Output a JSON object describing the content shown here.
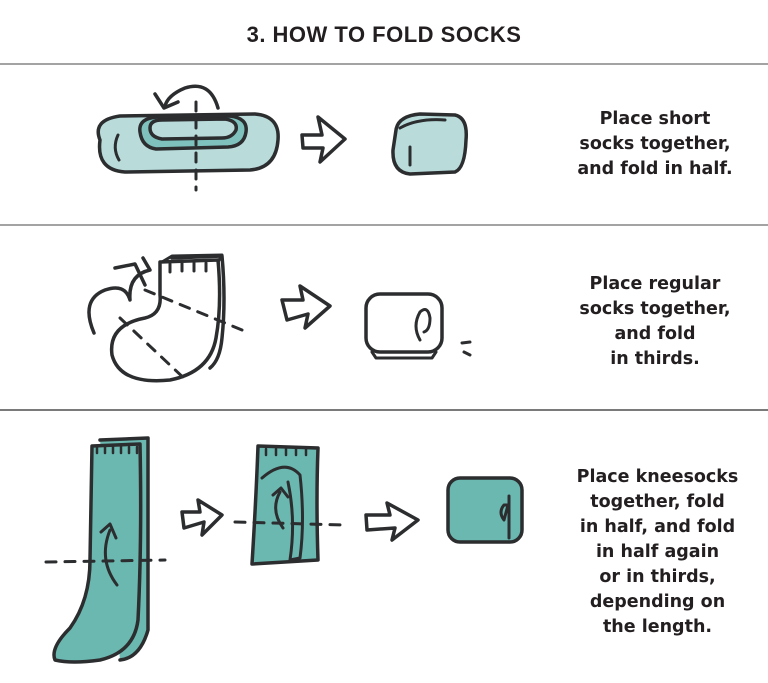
{
  "title": "3. HOW TO FOLD SOCKS",
  "colors": {
    "ink": "#2b2d2f",
    "light_teal": "#b9dcdb",
    "mid_teal": "#7fc2bd",
    "dark_teal": "#6bb8b0",
    "divider": "#a3a3a3"
  },
  "sections": [
    {
      "id": "short-socks",
      "caption_lines": [
        "Place short",
        "socks together,",
        "and fold in half."
      ]
    },
    {
      "id": "regular-socks",
      "caption_lines": [
        "Place regular",
        "socks together,",
        "and fold",
        "in thirds."
      ]
    },
    {
      "id": "kneesocks",
      "caption_lines": [
        "Place kneesocks",
        "together, fold",
        "in half, and fold",
        "in half again",
        "or in thirds,",
        "depending on",
        "the length."
      ]
    }
  ]
}
